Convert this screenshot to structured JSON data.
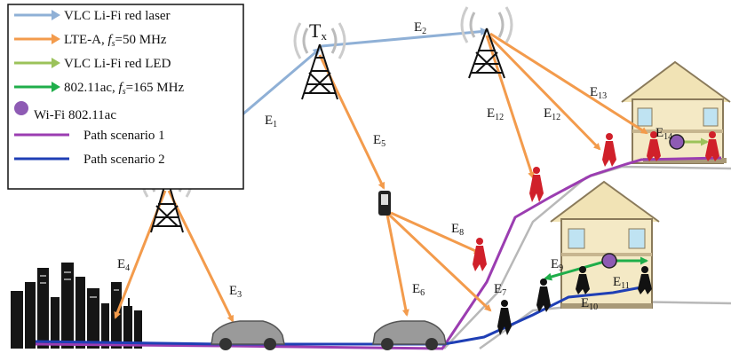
{
  "legend": {
    "items": [
      {
        "text": "VLC Li-Fi red laser",
        "color": "#8fb0d6"
      },
      {
        "text": "LTE-A, ",
        "math": "f",
        "math_sub": "s",
        "tail": "=50 MHz",
        "color": "#f39b4c"
      },
      {
        "text": "VLC Li-Fi red LED",
        "color": "#9bc25a"
      },
      {
        "text": "802.11ac, ",
        "math": "f",
        "math_sub": "s",
        "tail": "=165 MHz",
        "color": "#1fae4a"
      },
      {
        "text": "Wi-Fi 802.11ac",
        "color": "#8e5bb4"
      },
      {
        "text": "Path scenario 1",
        "color": "#9b3db1"
      },
      {
        "text": "Path scenario 2",
        "color": "#1f3fb5"
      }
    ]
  },
  "tx_label": {
    "main": "T",
    "sub": "x"
  },
  "edges": [
    {
      "main": "E",
      "sub": "1"
    },
    {
      "main": "E",
      "sub": "2"
    },
    {
      "main": "E",
      "sub": "3"
    },
    {
      "main": "E",
      "sub": "4"
    },
    {
      "main": "E",
      "sub": "5"
    },
    {
      "main": "E",
      "sub": "6"
    },
    {
      "main": "E",
      "sub": "7"
    },
    {
      "main": "E",
      "sub": "8"
    },
    {
      "main": "E",
      "sub": "9"
    },
    {
      "main": "E",
      "sub": "10"
    },
    {
      "main": "E",
      "sub": "11"
    },
    {
      "main": "E",
      "sub": "12"
    },
    {
      "main": "E",
      "sub": "12"
    },
    {
      "main": "E",
      "sub": "13"
    },
    {
      "main": "E",
      "sub": "14"
    }
  ],
  "colors": {
    "laser": "#8fb0d6",
    "lte": "#f39b4c",
    "led": "#9bc25a",
    "wifi_ac": "#1fae4a",
    "wifi_dot": "#8e5bb4",
    "path1": "#9b3db1",
    "path2": "#1f3fb5",
    "person": "#d0202a"
  }
}
